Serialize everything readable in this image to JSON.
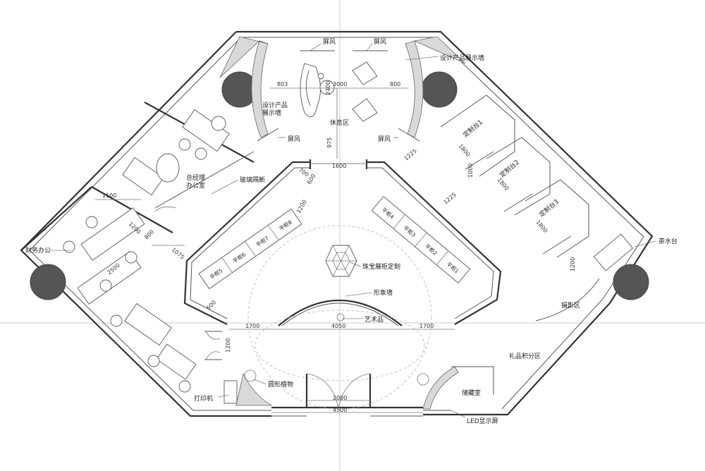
{
  "labels": {
    "screen_top_left": "屏风",
    "screen_top_right": "屏风",
    "screen_mid_left": "屏风",
    "screen_mid_right": "屏风",
    "design_wall_right": "设计产品展示墙",
    "design_wall_left": "设计产品\n展示墙",
    "lounge": "休息区",
    "gm_office": "总经理\n办公室",
    "glass_partition": "玻璃隔断",
    "finance_office": "财务办公",
    "tea_station": "茶水台",
    "custom_table_1": "定制台1",
    "custom_table_2": "定制台2",
    "custom_table_3": "定制台3",
    "photo_area": "摄影区",
    "gift_area": "礼品积分区",
    "storage": "储藏室",
    "led_screen": "LED显示屏",
    "printer": "打印机",
    "round_plant": "圆形植物",
    "art_piece": "艺术品",
    "image_wall": "形象墙",
    "jewelry_cabinet": "珠宝展柜定制"
  },
  "cabinets": {
    "left": [
      "平柜5",
      "平柜6",
      "平柜7",
      "平柜8"
    ],
    "right": [
      "平柜4",
      "平柜3",
      "平柜2",
      "平柜1"
    ]
  },
  "dimensions": {
    "d803": "803",
    "d3000": "3000",
    "d800": "800",
    "d2400": "2400",
    "d975": "975",
    "d1600": "1600",
    "d1225a": "1225",
    "d1225b": "1225",
    "d1800a": "1800",
    "d1800b": "1800",
    "d1800c": "1800",
    "d1000": "1000",
    "d700": "700",
    "d600a": "600",
    "d1200a": "1200",
    "d1100": "1100",
    "d1200b": "1200",
    "d800b": "800",
    "d1075": "1075",
    "d2500": "2500",
    "d600b": "600",
    "d1700a": "1700",
    "d4050": "4050",
    "d1700b": "1700",
    "d1200c": "1200",
    "d2000": "2000",
    "d4500": "4500",
    "d1200d": "1200"
  }
}
